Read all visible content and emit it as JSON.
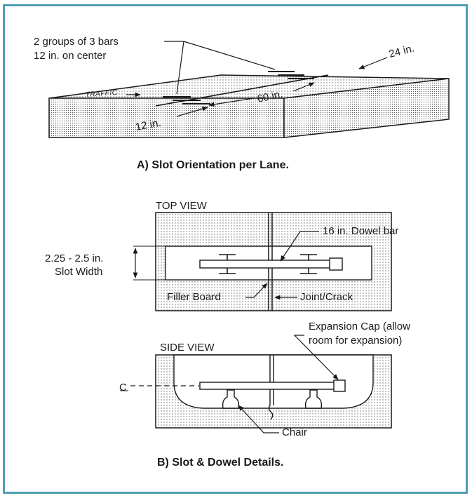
{
  "part_a": {
    "note_line1": "2 groups of 3 bars",
    "note_line2": "12 in. on center",
    "traffic": "TRAFFIC",
    "dim_24": "24 in.",
    "dim_60": "60 in.",
    "dim_12": "12 in.",
    "caption": "A) Slot Orientation per Lane."
  },
  "part_b": {
    "top_view_title": "TOP VIEW",
    "dowel_bar": "16 in. Dowel bar",
    "slot_width_line1": "2.25 - 2.5 in.",
    "slot_width_line2": "Slot Width",
    "filler_board": "Filler Board",
    "joint_crack": "Joint/Crack",
    "side_view_title": "SIDE VIEW",
    "expansion_line1": "Expansion Cap (allow",
    "expansion_line2": "room for expansion)",
    "centerline": "C",
    "chair": "Chair",
    "caption": "B) Slot & Dowel Details."
  },
  "colors": {
    "frame": "#4f9fb0",
    "ink": "#1a1a1a"
  }
}
